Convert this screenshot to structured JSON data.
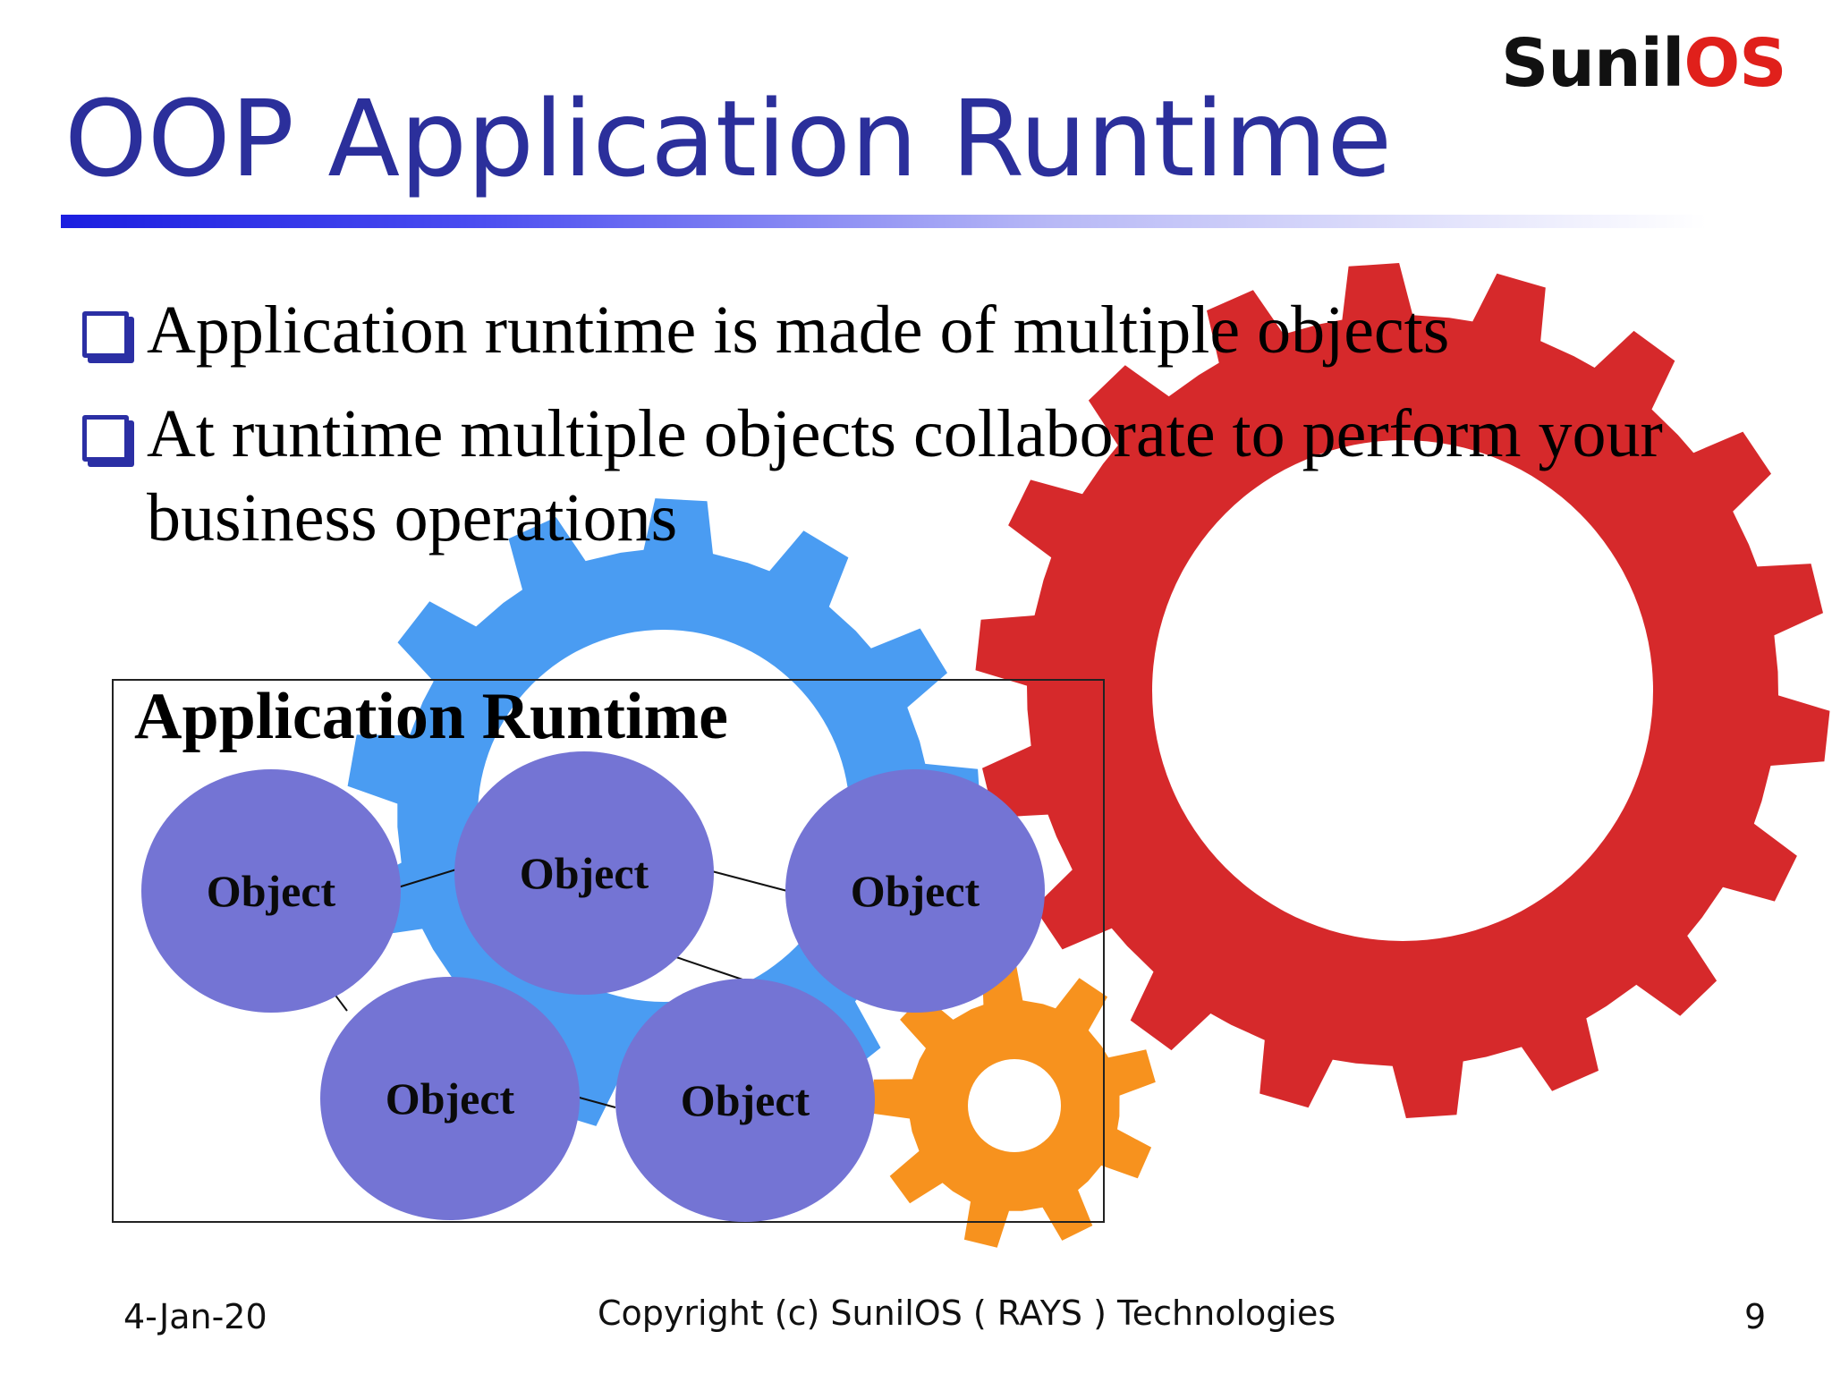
{
  "logo": {
    "part1": "Sunil",
    "part2": "OS"
  },
  "title": "OOP Application Runtime",
  "bullets": [
    "Application runtime is made of multiple objects",
    "At runtime multiple objects collaborate to perform your business operations"
  ],
  "diagram": {
    "heading": "Application Runtime",
    "objects": [
      "Object",
      "Object",
      "Object",
      "Object",
      "Object"
    ]
  },
  "footer": {
    "date": "4-Jan-20",
    "copyright": "Copyright (c) SunilOS ( RAYS ) Technologies",
    "page_number": "9"
  },
  "colors": {
    "title": "#2b2f9b",
    "object_fill": "#7474d4",
    "gear_large": "#d6292b",
    "gear_medium": "#4a9cf2",
    "gear_small": "#f7921e",
    "logo_accent": "#e0201b"
  }
}
